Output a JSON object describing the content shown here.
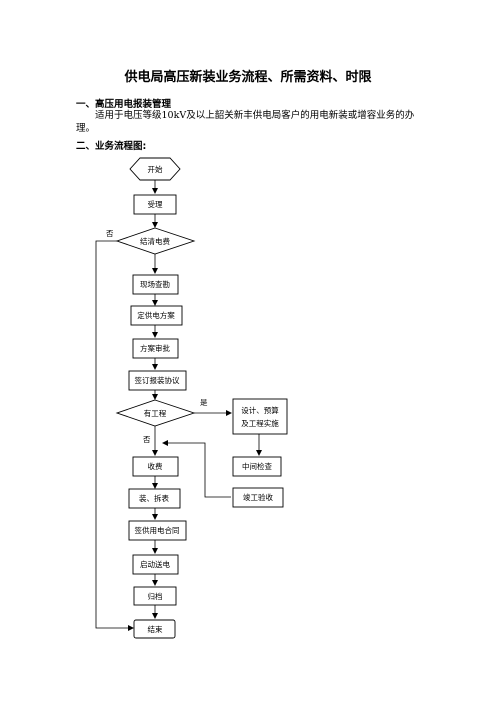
{
  "document": {
    "title": "供电局高压新装业务流程、所需资料、时限",
    "section1": {
      "heading": "一、高压用电报装管理",
      "paragraph": "适用于电压等级10kV及以上韶关新丰供电局客户的用电新装或增容业务的办理。"
    },
    "section2": {
      "heading": "二、业务流程图:"
    }
  },
  "flowchart": {
    "start": "开始",
    "accept": "受理",
    "settle_fee": "结清电费",
    "site_survey": "现场查勘",
    "supply_plan": "定供电方案",
    "plan_approval": "方案审批",
    "sign_agreement": "签订报装协议",
    "has_project": "有工程",
    "design": "设计、预算及工程实施",
    "design_line1": "设计、预算",
    "design_line2": "及工程实施",
    "charge": "收费",
    "mid_check": "中间检查",
    "install": "装、拆表",
    "final_check": "竣工验收",
    "contract": "签供用电合同",
    "power_on": "启动送电",
    "archive": "归档",
    "end": "结束",
    "label_no_top": "否",
    "label_yes": "是",
    "label_no_bottom": "否"
  }
}
